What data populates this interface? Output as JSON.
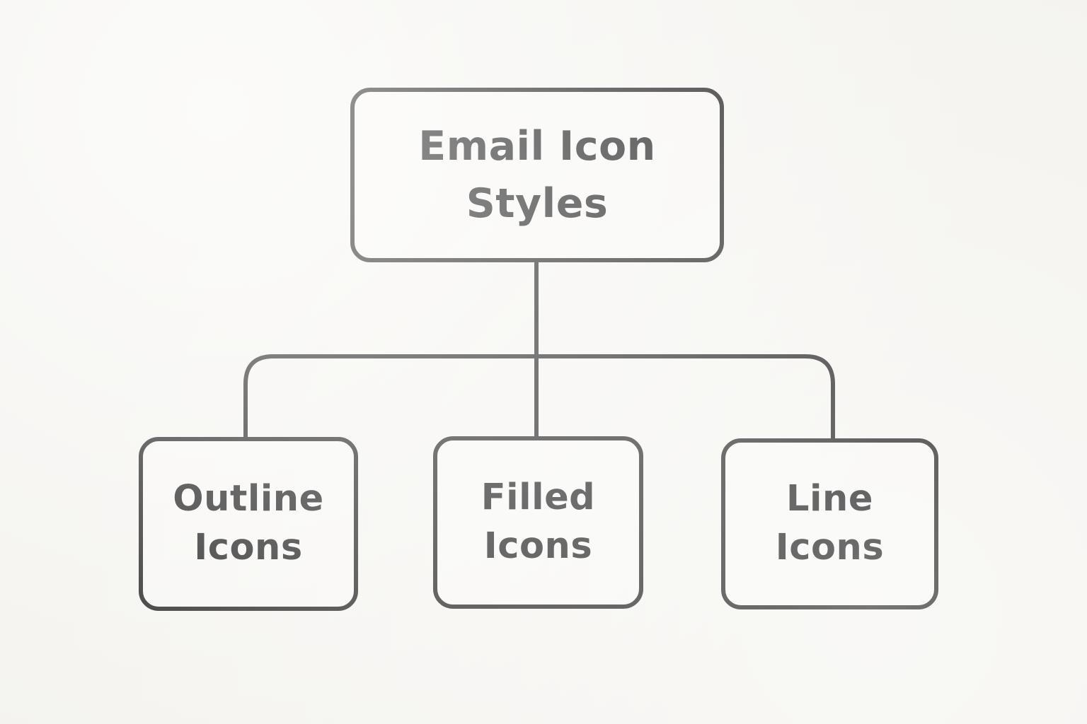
{
  "diagram": {
    "type": "flowchart",
    "root": {
      "label": "Email Icon Styles"
    },
    "children": [
      {
        "label": "Outline Icons"
      },
      {
        "label": "Filled Icons"
      },
      {
        "label": "Line Icons"
      }
    ],
    "colors": {
      "background": "#faf9f5",
      "node_fill": "#fdfcf9",
      "line": "#1c1c1c",
      "text": "#171717"
    }
  }
}
